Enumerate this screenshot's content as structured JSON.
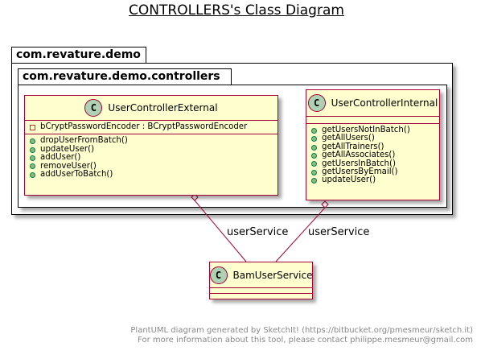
{
  "title": "CONTROLLERS's Class Diagram",
  "packages": {
    "outer": "com.revature.demo",
    "inner": "com.revature.demo.controllers"
  },
  "classes": {
    "external": {
      "name": "UserControllerExternal",
      "stereotype": "C",
      "fields": [
        {
          "visibility": "private",
          "text": "bCryptPasswordEncoder : BCryptPasswordEncoder"
        }
      ],
      "methods": [
        {
          "visibility": "public",
          "text": "dropUserFromBatch()"
        },
        {
          "visibility": "public",
          "text": "updateUser()"
        },
        {
          "visibility": "public",
          "text": "addUser()"
        },
        {
          "visibility": "public",
          "text": "removeUser()"
        },
        {
          "visibility": "public",
          "text": "addUserToBatch()"
        }
      ]
    },
    "internal": {
      "name": "UserControllerInternal",
      "stereotype": "C",
      "fields": [],
      "methods": [
        {
          "visibility": "public",
          "text": "getUsersNotInBatch()"
        },
        {
          "visibility": "public",
          "text": "getAllUsers()"
        },
        {
          "visibility": "public",
          "text": "getAllTrainers()"
        },
        {
          "visibility": "public",
          "text": "getAllAssociates()"
        },
        {
          "visibility": "public",
          "text": "getUsersInBatch()"
        },
        {
          "visibility": "public",
          "text": "getUsersByEmail()"
        },
        {
          "visibility": "public",
          "text": "updateUser()"
        }
      ]
    },
    "service": {
      "name": "BamUserService",
      "stereotype": "C"
    }
  },
  "relations": [
    {
      "from": "UserControllerExternal",
      "to": "BamUserService",
      "label": "userService",
      "type": "aggregation"
    },
    {
      "from": "UserControllerInternal",
      "to": "BamUserService",
      "label": "userService",
      "type": "aggregation"
    }
  ],
  "footer": {
    "line1": "PlantUML diagram generated by SketchIt! (https://bitbucket.org/pmesmeur/sketch.it)",
    "line2": "For more information about this tool, please contact philippe.mesmeur@gmail.com"
  },
  "colors": {
    "class_fill": "#FEFECE",
    "class_border": "#A80036",
    "stereotype_circle": "#ADD1B2",
    "relation_line": "#A80036",
    "footer_text": "#888888"
  }
}
